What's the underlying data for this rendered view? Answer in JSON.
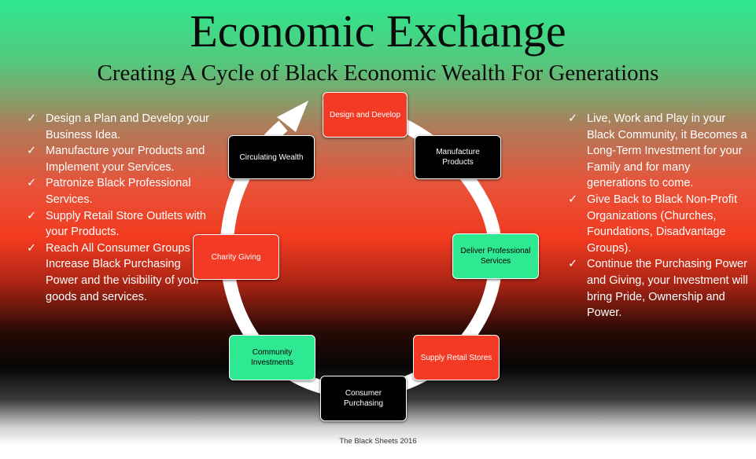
{
  "title": "Economic Exchange",
  "subtitle": "Creating A Cycle of Black Economic Wealth For Generations",
  "check_glyph": "✓",
  "left_list": [
    "Design a Plan and Develop your Business Idea.",
    "Manufacture your Products and Implement your Services.",
    "Patronize Black Professional Services.",
    "Supply Retail Store Outlets with your Products.",
    "Reach All Consumer Groups to Increase Black Purchasing Power and the visibility of your goods and services."
  ],
  "right_list": [
    "Live, Work and Play in your Black Community, it Becomes a Long-Term Investment for your Family and for many generations to come.",
    "Give Back to Black Non-Profit Organizations (Churches, Foundations, Disadvantage Groups).",
    "Continue the Purchasing Power and Giving, your Investment will bring Pride, Ownership and Power."
  ],
  "cycle": [
    {
      "label": "Design and Develop",
      "fill": "#f23a24",
      "text_color": "#ffffff"
    },
    {
      "label": "Manufacture Products",
      "fill": "#000000",
      "text_color": "#ffffff"
    },
    {
      "label": "Deliver Professional Services",
      "fill": "#2ee892",
      "text_color": "#000000"
    },
    {
      "label": "Supply Retail Stores",
      "fill": "#f23a24",
      "text_color": "#ffffff"
    },
    {
      "label": "Consumer Purchasing",
      "fill": "#000000",
      "text_color": "#ffffff"
    },
    {
      "label": "Community Investments",
      "fill": "#2ee892",
      "text_color": "#000000"
    },
    {
      "label": "Charity Giving",
      "fill": "#f23a24",
      "text_color": "#ffffff"
    },
    {
      "label": "Circulating Wealth",
      "fill": "#000000",
      "text_color": "#ffffff"
    }
  ],
  "footer": "The Black Sheets 2016"
}
